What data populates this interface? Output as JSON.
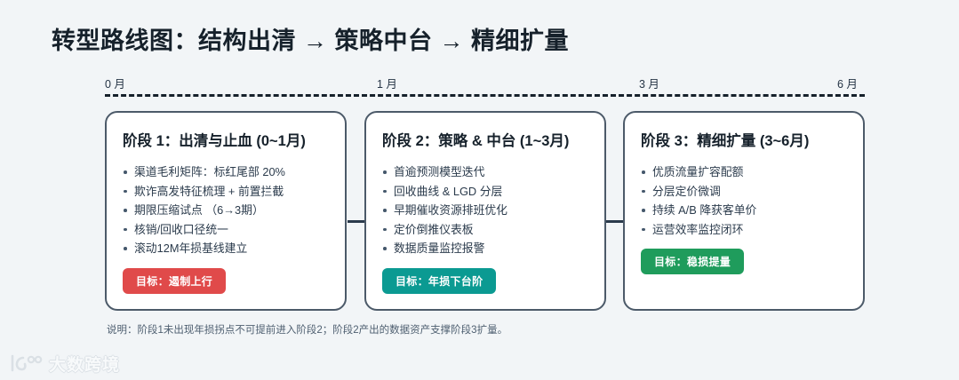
{
  "page": {
    "title": "转型路线图：结构出清 → 策略中台 → 精细扩量",
    "footnote": "说明：阶段1未出现年损拐点不可提前进入阶段2；阶段2产出的数据资产支撑阶段3扩量。",
    "background_color": "#f2f5f7",
    "text_color": "#16212b"
  },
  "timeline": {
    "ticks": [
      {
        "label": "0 月",
        "position_pct": 0
      },
      {
        "label": "1 月",
        "position_pct": 36
      },
      {
        "label": "3 月",
        "position_pct": 71
      },
      {
        "label": "6 月",
        "position_pct": 100
      }
    ]
  },
  "phases": [
    {
      "title": "阶段 1：出清与止血 (0~1月)",
      "bullets": [
        "渠道毛利矩阵：标红尾部 20%",
        "欺诈高发特征梳理 + 前置拦截",
        "期限压缩试点 （6→3期）",
        "核销/回收口径统一",
        "滚动12M年损基线建立"
      ],
      "goal": "目标：遏制上行",
      "goal_color": "#e04a4a"
    },
    {
      "title": "阶段 2：策略 & 中台 (1~3月)",
      "bullets": [
        "首逾预测模型迭代",
        "回收曲线 & LGD 分层",
        "早期催收资源排班优化",
        "定价倒推仪表板",
        "数据质量监控报警"
      ],
      "goal": "目标：年损下台阶",
      "goal_color": "#0b9a92"
    },
    {
      "title": "阶段 3：精细扩量 (3~6月)",
      "bullets": [
        "优质流量扩容配额",
        "分层定价微调",
        "持续 A/B 降获客单价",
        "运营效率监控闭环"
      ],
      "goal": "目标：稳损提量",
      "goal_color": "#1f9c5c"
    }
  ],
  "watermark": {
    "text": "大数跨境"
  }
}
